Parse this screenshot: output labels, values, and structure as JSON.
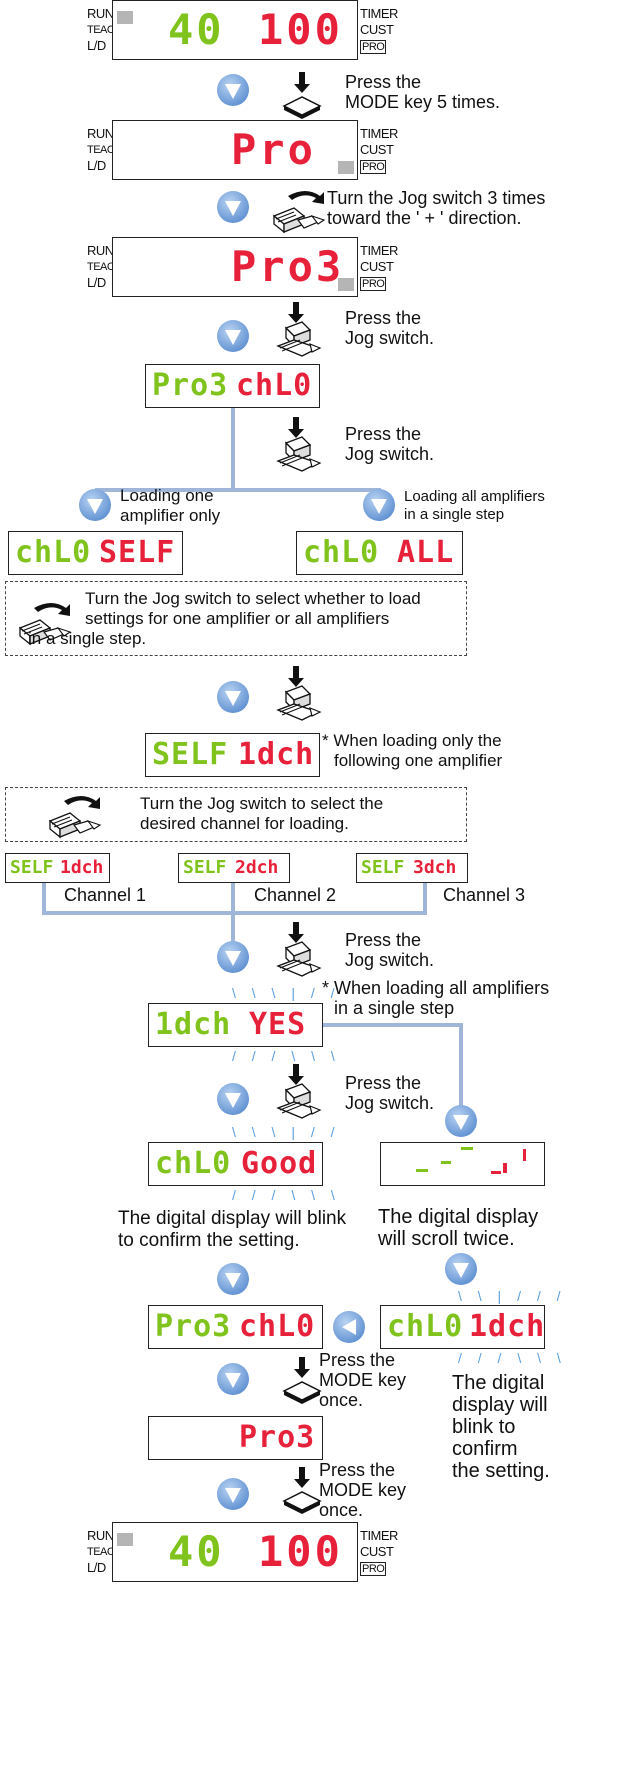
{
  "side_labels": {
    "run": "RUN",
    "teach": "TEACH",
    "ld": "L/D",
    "timer": "TIMER",
    "cust": "CUST",
    "pro": "PRO"
  },
  "displays": {
    "d1": {
      "left": "40",
      "right": "100"
    },
    "d2": {
      "center": "Pro"
    },
    "d3": {
      "center": "Pro3"
    },
    "d4": {
      "left": "Pro3",
      "right": "chL0"
    },
    "d5": {
      "left": "chL0",
      "right": "SELF"
    },
    "d6": {
      "left": "chL0",
      "right": "ALL"
    },
    "d7": {
      "left": "SELF",
      "right": "1dch"
    },
    "ch1": {
      "left": "SELF",
      "right": "1dch"
    },
    "ch2": {
      "left": "SELF",
      "right": "2dch"
    },
    "ch3": {
      "left": "SELF",
      "right": "3dch"
    },
    "d8": {
      "left": "1dch",
      "right": "YES"
    },
    "d9": {
      "left": "chL0",
      "right": "Good"
    },
    "d10": {
      "left": "chL0",
      "right": "1dch"
    },
    "d11": {
      "left": "Pro3",
      "right": "chL0"
    },
    "d12": {
      "center": "Pro3"
    },
    "d13": {
      "left": "40",
      "right": "100"
    }
  },
  "captions": {
    "mode5_1": "Press the",
    "mode5_2": "MODE key 5 times.",
    "jog3_1": "Turn the Jog switch 3 times",
    "jog3_2": "toward the ' + ' direction.",
    "press_jog_1": "Press the",
    "press_jog_2": "Jog switch.",
    "load_one_1": "Loading one",
    "load_one_2": "amplifier only",
    "load_all_1": "Loading all amplifiers",
    "load_all_2": "in a single step",
    "select_1": "Turn the Jog switch to select whether to load",
    "select_2": "settings for one amplifier or all amplifiers",
    "select_3": "in a single step.",
    "when_one_1": "* When loading only the",
    "when_one_2": "following one amplifier",
    "channel_sel_1": "Turn the Jog switch to select the",
    "channel_sel_2": "desired channel for loading.",
    "channel1": "Channel 1",
    "channel2": "Channel 2",
    "channel3": "Channel 3",
    "when_all_1": "* When loading all amplifiers",
    "when_all_2": "in a single step",
    "blink_confirm_1": "The digital display will blink",
    "blink_confirm_2": "to confirm the setting.",
    "scroll_1": "The digital display",
    "scroll_2": "will scroll twice.",
    "blink2_1": "The digital",
    "blink2_2": "display will",
    "blink2_3": "blink to",
    "blink2_4": "confirm",
    "blink2_5": "the setting.",
    "mode_once_1": "Press the",
    "mode_once_2": "MODE key",
    "mode_once_3": "once."
  },
  "colors": {
    "accent": "#6e9fd9",
    "connector": "#9fb6d9",
    "green": "#7fc31c",
    "red": "#e8213a"
  }
}
